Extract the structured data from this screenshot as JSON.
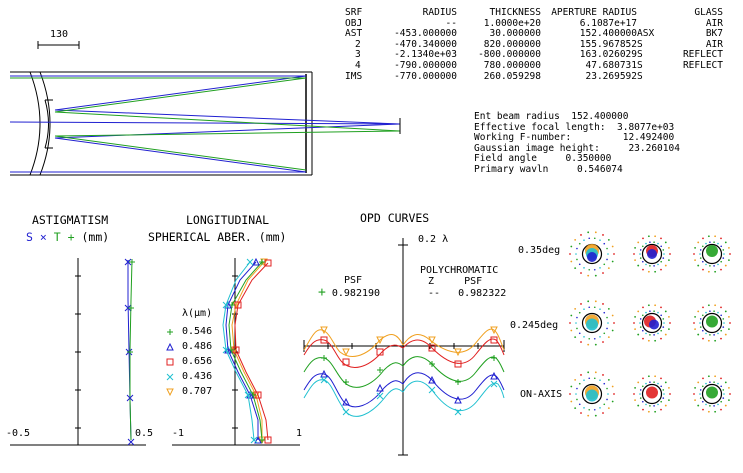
{
  "scale_bar_label": "130",
  "surface_table": {
    "headers": [
      "SRF",
      "RADIUS",
      "THICKNESS",
      "APERTURE RADIUS",
      "",
      "GLASS"
    ],
    "rows": [
      [
        "OBJ",
        "--",
        "1.0000e+20",
        "6.1087e+17",
        "",
        "AIR"
      ],
      [
        "AST",
        "-453.000000",
        "30.000000",
        "152.400000",
        "ASX",
        "BK7"
      ],
      [
        "2",
        "-470.340000",
        "820.000000",
        "155.967852",
        "S",
        "AIR"
      ],
      [
        "3",
        "-2.1340e+03",
        "-800.000000",
        "163.026029",
        "S",
        "REFLECT"
      ],
      [
        "4",
        "-790.000000",
        "780.000000",
        "47.680731",
        "S",
        "REFLECT"
      ],
      [
        "IMS",
        "-770.000000",
        "260.059298",
        "23.269592",
        "S",
        ""
      ]
    ]
  },
  "system_info": [
    [
      "Ent beam radius",
      "152.400000"
    ],
    [
      "Effective focal length:",
      "3.8077e+03"
    ],
    [
      "Working F-number:",
      "12.492400"
    ],
    [
      "Gaussian image height:",
      "23.260104"
    ],
    [
      "Field angle",
      "0.350000"
    ],
    [
      "Primary wavln",
      "0.546074"
    ]
  ],
  "astig": {
    "title": "ASTIGMATISM",
    "legend_s": "S",
    "legend_x": "×",
    "legend_t": "T",
    "legend_plus": "+",
    "unit": "(mm)",
    "xmin_label": "-0.5",
    "xmax_label": "0.5"
  },
  "longitudinal": {
    "title1": "LONGITUDINAL",
    "title2": "SPHERICAL ABER. (mm)",
    "xmin_label": "-1",
    "xmax_label": "1",
    "wavelength_header": "λ(μm)",
    "wavelengths": [
      {
        "label": "0.546",
        "color": "#20a020",
        "marker": "plus"
      },
      {
        "label": "0.486",
        "color": "#2020d0",
        "marker": "triangle"
      },
      {
        "label": "0.656",
        "color": "#e02020",
        "marker": "square"
      },
      {
        "label": "0.436",
        "color": "#20c0d0",
        "marker": "x"
      },
      {
        "label": "0.707",
        "color": "#f0a020",
        "marker": "invtriangle"
      }
    ]
  },
  "opd": {
    "title": "OPD CURVES",
    "scale_label": "0.2 λ",
    "psf_label": "PSF",
    "psf_value": "0.982190",
    "poly_label": "POLYCHROMATIC",
    "poly_z": "Z",
    "poly_psf": "PSF",
    "poly_dash": "--",
    "poly_value": "0.982322"
  },
  "spots": {
    "rows": [
      {
        "label": "0.35deg"
      },
      {
        "label": "0.245deg"
      },
      {
        "label": "ON-AXIS"
      }
    ]
  },
  "colors": {
    "green": "#20a020",
    "blue": "#2020d0",
    "red": "#e02020",
    "cyan": "#20c0d0",
    "orange": "#f0a020"
  }
}
